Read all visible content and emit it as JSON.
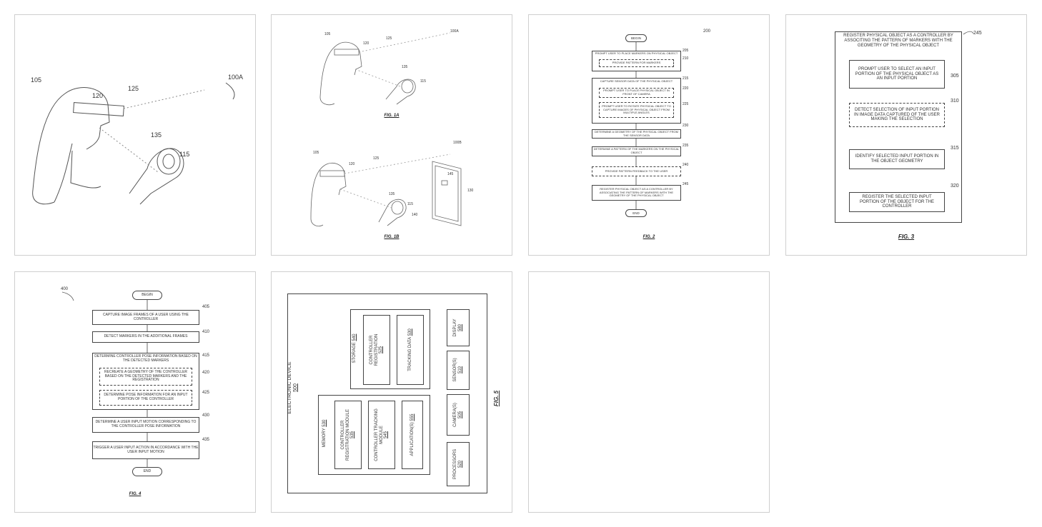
{
  "fig1a": {
    "caption": "",
    "refs": {
      "r105": "105",
      "r120": "120",
      "r125": "125",
      "r100a": "100A",
      "r135": "135",
      "r115": "115"
    }
  },
  "fig1a_small": {
    "caption": "FIG. 1A",
    "refs": {
      "r105": "105",
      "r120": "120",
      "r125": "125",
      "r100a": "100A",
      "r135": "135",
      "r115": "115"
    }
  },
  "fig1b": {
    "caption": "FIG. 1B",
    "refs": {
      "r105": "105",
      "r120": "120",
      "r125": "125",
      "r100b": "100B",
      "r135": "135",
      "r140": "140",
      "r145": "145",
      "r115": "115",
      "r130": "130"
    }
  },
  "fig2": {
    "caption": "FIG. 2",
    "ref_main": "200",
    "begin": "BEGIN",
    "end": "END",
    "steps": {
      "s205": "PROMPT USER TO PLACE MARKERS ON PHYSICAL OBJECT",
      "s210": "PROVIDE PATTERN FOR MARKERS",
      "s215": "CAPTURE SENSOR DATA OF THE PHYSICAL OBJECT",
      "s220": "PROMPT USER TO PLACE PHYSICAL OBJECT IN FRONT OF CAMERA",
      "s225": "PROMPT USER TO ROTATE PHYSICAL OBJECT TO CAPTURE IMAGES OF PHYSICAL OBJECT FROM MULTIPLE ANGLES",
      "s230": "DETERMINE A GEOMETRY OF THE PHYSICAL OBJECT FROM THE SENSOR DATA",
      "s235": "DETERMINE A PATTERN OF THE MARKERS ON THE PHYSICAL OBJECT",
      "s240": "PROVIDE PATTERN FEEDBACK TO THE USER",
      "s245": "REGISTER PHYSICAL OBJECT AS A CONTROLLER BY ASSOCIATING THE PATTERN OF MARKERS WITH THE GEOMETRY OF THE PHYSICAL OBJECT"
    },
    "refs": {
      "r205": "205",
      "r210": "210",
      "r215": "215",
      "r220": "220",
      "r225": "225",
      "r230": "230",
      "r235": "235",
      "r240": "240",
      "r245": "245"
    }
  },
  "fig3": {
    "caption": "FIG. 3",
    "outer": "REGISTER PHYSICAL OBJECT AS A CONTROLLER BY ASSOCITING THE PATTERN OF MARKERS WITH THE GEOMETRY OF THE PHYSICAL OBJECT",
    "steps": {
      "s305": "PROMPT USER TO SELECT AN INPUT PORTION OF THE PHYSICAL OBJECT AS AN INPUT PORTION",
      "s310": "DETECT SELECTION OF INPUT PORTION IN IMAGE DATA CAPTURED OF THE USER MAKING THE SELECTION",
      "s315": "IDENTIFY SELECTED INPUT PORTION IN THE OBJECT GEOMETRY",
      "s320": "REGISTER THE SELECTED INPUT PORTION OF THE OBJECT FOR THE CONTROLLER"
    },
    "refs": {
      "r245": "245",
      "r305": "305",
      "r310": "310",
      "r315": "315",
      "r320": "320"
    }
  },
  "fig4": {
    "caption": "FIG. 4",
    "ref_main": "400",
    "begin": "BEGIN",
    "end": "END",
    "steps": {
      "s405": "CAPTURE IMAGE FRAMES OF A USER USING THE CONTROLLER",
      "s410": "DETECT MARKERS IN THE ADDITIONAL FRAMES",
      "s415": "DETERMINE CONTROLLER POSE INFORMATION BASED ON THE DETECTED MARKERS",
      "s420": "RECREATE A GEOMETRY OF THE CONTROLLER BASED ON THE DETECTED MARKERS AND THE REGISTRATION",
      "s425": "DETERMINE POSE INFORMATION FOR AN INPUT PORTION OF THE CONTROLLER",
      "s430": "DETERMINE A USER INPUT MOTION CORRESPONDING TO THE CONTROLLER POSE INFORMATION",
      "s435": "TRIGGER A USER INPUT ACTION IN ACCORDANCE WITH THE USER INPUT MOTION"
    },
    "refs": {
      "r405": "405",
      "r410": "410",
      "r415": "415",
      "r420": "420",
      "r425": "425",
      "r430": "430",
      "r435": "435"
    }
  },
  "fig5": {
    "caption": "FIG. 5",
    "device": "ELECTRONIC DEVICE",
    "device_ref": "500",
    "storage": "STORAGE",
    "storage_ref": "540",
    "memory": "MEMORY",
    "memory_ref": "530",
    "ctrl_reg": "CONTROLLER REGISTRATION",
    "ctrl_reg_ref": "525",
    "tracking": "TRACKING DATA",
    "tracking_ref": "530",
    "ctrl_reg_mod": "CONTROLLER REGISTRATION MODULE",
    "ctrl_reg_mod_ref": "535",
    "ctrl_track_mod": "CONTROLLER TRACKING MODULE",
    "ctrl_track_mod_ref": "545",
    "apps": "APPLICATION(S)",
    "apps_ref": "555",
    "display": "DISPLAY",
    "display_ref": "580",
    "sensors": "SENSOR(S)",
    "sensors_ref": "510",
    "cameras": "CAMERA(S)",
    "cameras_ref": "505",
    "processors": "PROCESSORS",
    "processors_ref": "520"
  }
}
